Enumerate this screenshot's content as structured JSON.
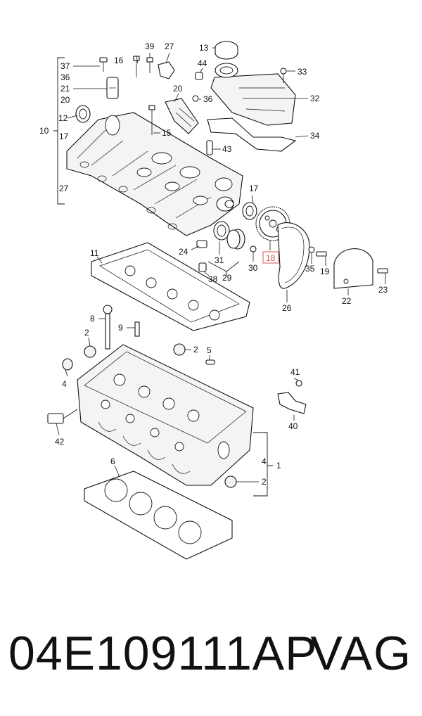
{
  "callouts": {
    "c37": "37",
    "c36": "36",
    "c21": "21",
    "c20": "20",
    "c12": "12",
    "c10": "10",
    "c17a": "17",
    "c27a": "27",
    "c16": "16",
    "c39": "39",
    "c27b": "27",
    "c20b": "20",
    "c15": "15",
    "c36b": "36",
    "c44": "44",
    "c13": "13",
    "c33": "33",
    "c32": "32",
    "c34": "34",
    "c43": "43",
    "c17b": "17",
    "c18": "18",
    "c24": "24",
    "c31": "31",
    "c30": "30",
    "c29": "29",
    "c38": "38",
    "c35": "35",
    "c19": "19",
    "c23": "23",
    "c22": "22",
    "c26": "26",
    "c11": "11",
    "c8": "8",
    "c9": "9",
    "c2a": "2",
    "c2b": "2",
    "c5": "5",
    "c4a": "4",
    "c41": "41",
    "c40": "40",
    "c42": "42",
    "c6": "6",
    "c4b": "4",
    "c1": "1",
    "c2c": "2"
  },
  "highlight_color": "#d9534f",
  "footer": {
    "part_number": "04E109111AP",
    "brand": "VAG"
  }
}
